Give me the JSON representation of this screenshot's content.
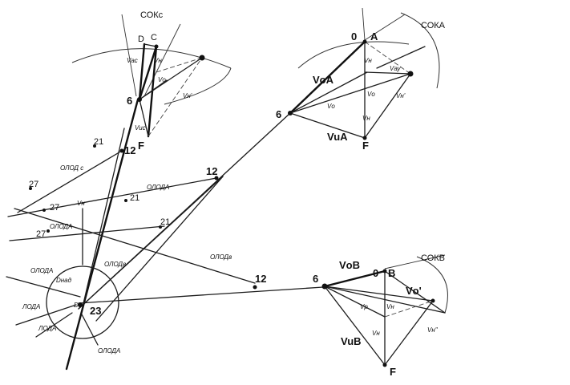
{
  "labels": {
    "sok_c": "СОКс",
    "sok_a": "СОКА",
    "sok_b": "СОКВ",
    "pt_0a": "0",
    "pt_a": "A",
    "pt_0b": "0",
    "pt_b": "B",
    "pt_d": "D",
    "pt_c": "C",
    "pt_6_top": "6",
    "pt_6_mid": "6",
    "pt_6_bot": "6",
    "pt_f_c": "F",
    "pt_f_a": "F",
    "pt_f_b": "F",
    "pt_12_a": "12",
    "pt_12_b": "12",
    "pt_12_c": "12",
    "pt_21_a": "21",
    "pt_21_b": "21",
    "pt_21_c": "21",
    "pt_27_a": "27",
    "pt_27_b": "27",
    "pt_27_c": "27",
    "pt_23": "23",
    "olod_c": "ОЛОД с",
    "olod_a_1": "ОЛОДА",
    "olod_a_2": "ОЛОДА",
    "olod_a_3": "ОЛОДА",
    "olod_b_1": "ОЛОДв",
    "olod_b_2": "ОЛОДв",
    "olod_a_4": "ОЛОДА",
    "lod_a": "ЛОДА",
    "lod_a_2": "ЛОДА",
    "d_nad": "Dнад",
    "d_d": "Dд",
    "v_ac": "Vас",
    "v_n_c": "Vн",
    "v_0_c": "Vо",
    "v_n2_c": "Vн'",
    "v_uc": "Vuс",
    "v_oa": "VоА",
    "v_n_a": "Vн",
    "v_0_a": "Vо",
    "v_ay": "Vау",
    "v_n2_a": "Vн'",
    "v_n3_a": "Vн",
    "v_ua": "VuА",
    "v_ob": "VоВ",
    "v_0_b": "Vо'",
    "v_p": "Vр",
    "v_n_b": "Vн",
    "v_n2_b": "Vн",
    "v_ub": "VuВ",
    "v_n3_b": "Vн''",
    "v_n_mid": "Vн"
  }
}
